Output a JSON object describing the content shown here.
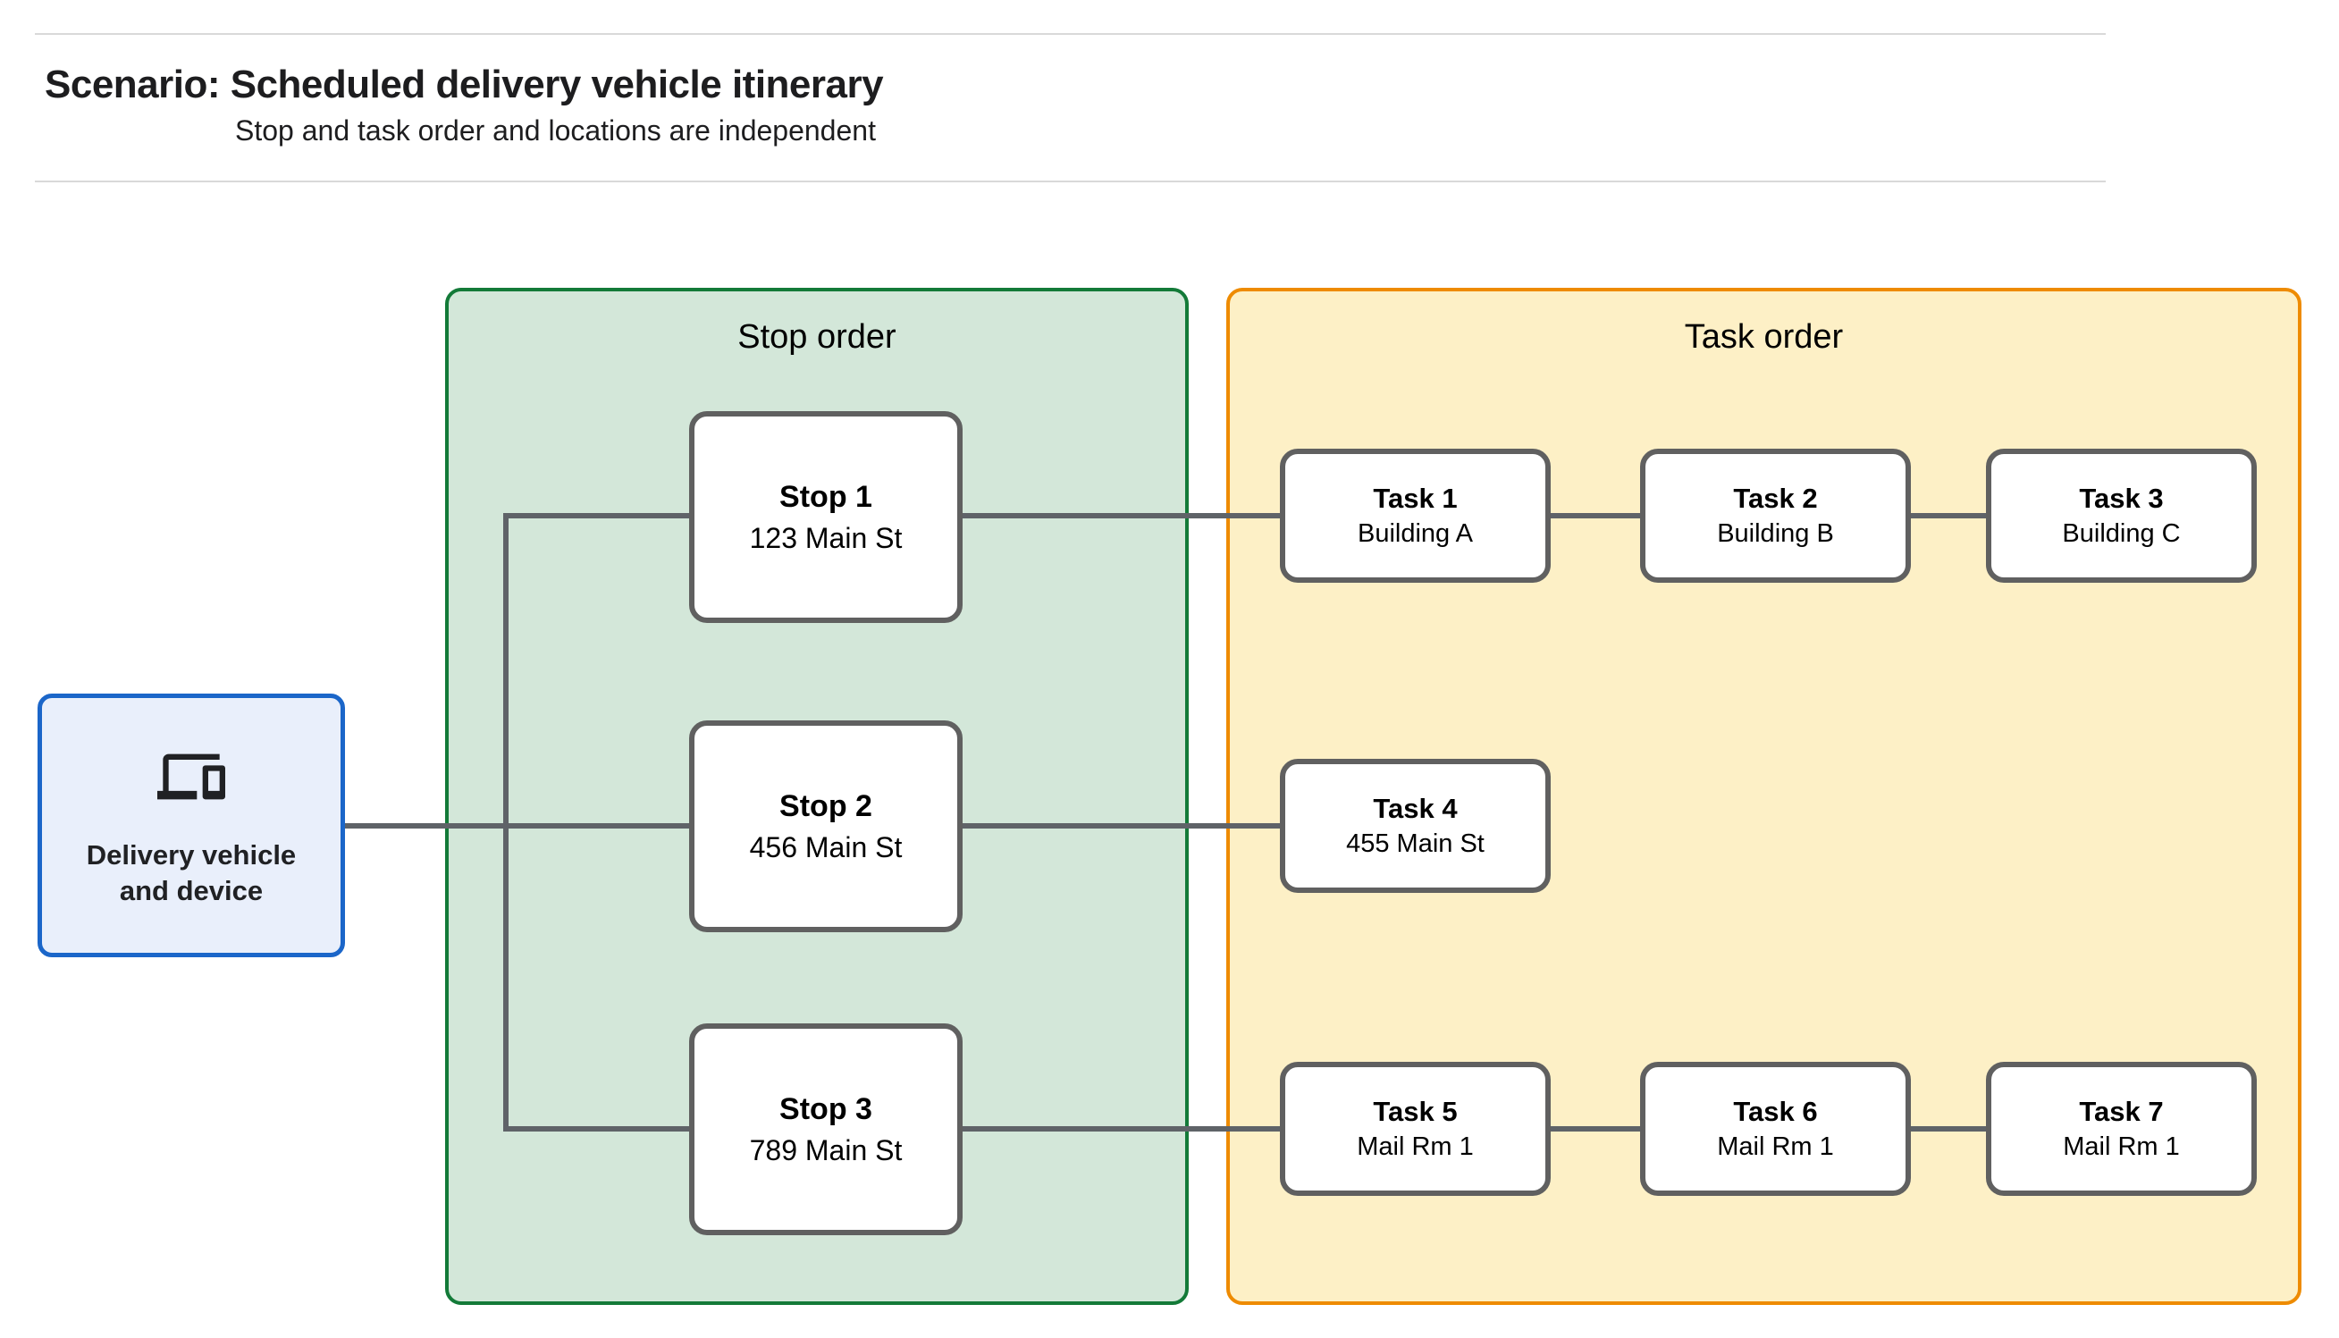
{
  "header": {
    "title": "Scenario: Scheduled delivery vehicle itinerary",
    "subtitle": "Stop and task order and locations are independent"
  },
  "diagram": {
    "source": {
      "icon": "devices-icon",
      "label_line1": "Delivery vehicle",
      "label_line2": "and device"
    },
    "stop_panel": {
      "title": "Stop order"
    },
    "task_panel": {
      "title": "Task order"
    },
    "stops": [
      {
        "name": "Stop 1",
        "location": "123 Main St"
      },
      {
        "name": "Stop 2",
        "location": "456 Main St"
      },
      {
        "name": "Stop 3",
        "location": "789 Main St"
      }
    ],
    "tasks": [
      {
        "name": "Task 1",
        "location": "Building A"
      },
      {
        "name": "Task 2",
        "location": "Building B"
      },
      {
        "name": "Task 3",
        "location": "Building C"
      },
      {
        "name": "Task 4",
        "location": "455 Main St"
      },
      {
        "name": "Task 5",
        "location": "Mail Rm 1"
      },
      {
        "name": "Task 6",
        "location": "Mail Rm 1"
      },
      {
        "name": "Task 7",
        "location": "Mail Rm 1"
      }
    ]
  },
  "colors": {
    "green_fill": "#d3e7d9",
    "green_border": "#137a38",
    "orange_fill": "#fdf0c6",
    "orange_border": "#ee8b00",
    "blue_fill": "#e9effb",
    "blue_border": "#1b66c9",
    "connector_gray": "#5f6368",
    "node_border_gray": "#606060",
    "rule_gray": "#d9d9d9"
  }
}
